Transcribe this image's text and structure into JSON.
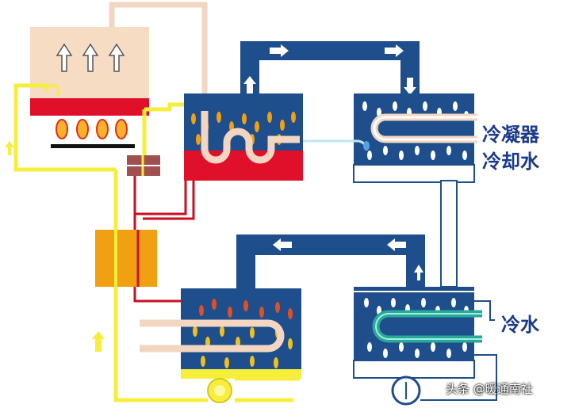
{
  "labels": {
    "condenser": "冷凝器",
    "cooling_water": "冷却水",
    "chilled_water": "冷水"
  },
  "watermark": "头条 @暖通南社",
  "colors": {
    "vessel": "#1f4e8c",
    "burner_housing": "#f6dcc2",
    "hot_red": "#e0102a",
    "pipe_yellow": "#f7ee3c",
    "orange_block": "#f0a010",
    "teal_coil": "#2aa89a",
    "pale_coil": "#f2d6c2",
    "text_blue": "#1a3a8a"
  }
}
